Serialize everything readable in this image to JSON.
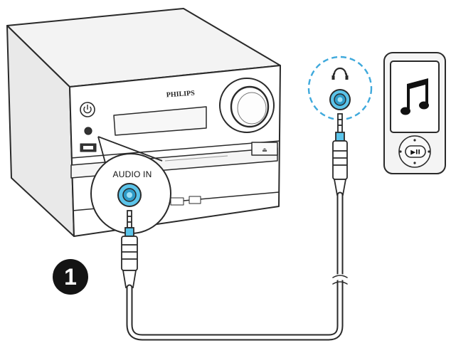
{
  "diagram": {
    "brand": "PHILIPS",
    "audio_in_label": "AUDIO IN",
    "step_number": "1",
    "headphone_symbol": "headphone-icon",
    "player_icon": "music-note-icon",
    "play_pause_glyph": "▶II",
    "colors": {
      "line": "#2a2a2a",
      "accent": "#5bc4ea",
      "accent_dark": "#2f9bc8",
      "callout_dash": "#3fa9dc"
    }
  }
}
